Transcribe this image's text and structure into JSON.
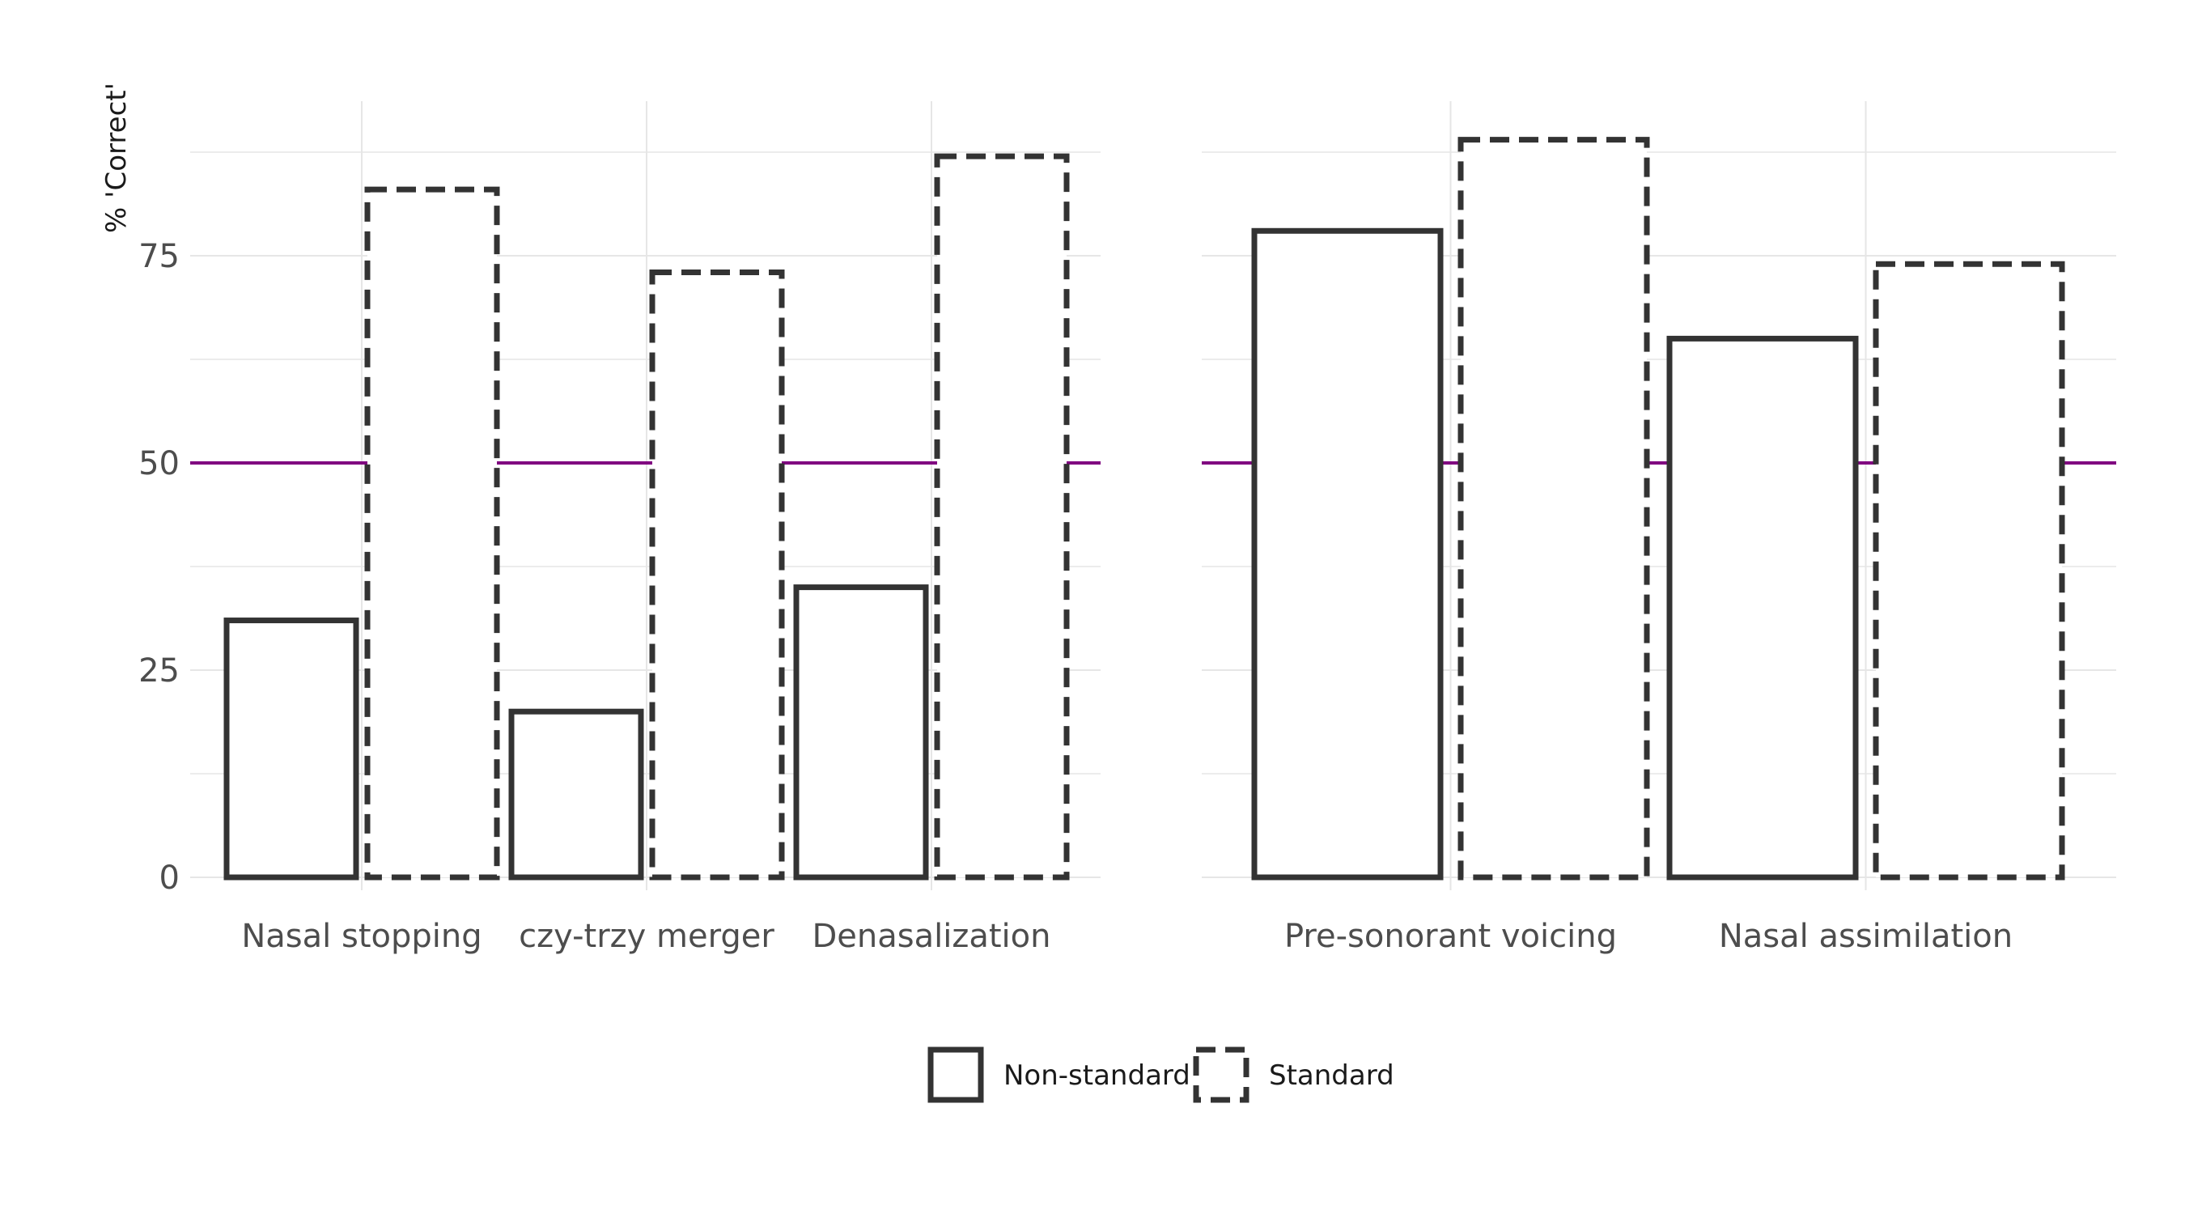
{
  "chart_data": {
    "type": "bar",
    "ylabel": "% 'Correct'",
    "ylim": [
      0,
      92
    ],
    "yticks": [
      0,
      25,
      50,
      75
    ],
    "reference_line": {
      "y": 50,
      "color": "#800080"
    },
    "grid": true,
    "bar_fill": "#ffffff",
    "bar_outline": "#333333",
    "series": [
      {
        "name": "Non-standard",
        "linetype": "solid"
      },
      {
        "name": "Standard",
        "linetype": "dashed"
      }
    ],
    "panels": [
      {
        "categories": [
          "Nasal stopping",
          "czy-trzy merger",
          "Denasalization"
        ],
        "values": {
          "Non-standard": [
            31,
            20,
            35
          ],
          "Standard": [
            83,
            73,
            87
          ]
        }
      },
      {
        "categories": [
          "Pre-sonorant voicing",
          "Nasal assimilation"
        ],
        "values": {
          "Non-standard": [
            78,
            65
          ],
          "Standard": [
            89,
            74
          ]
        }
      }
    ],
    "legend_position": "bottom"
  }
}
